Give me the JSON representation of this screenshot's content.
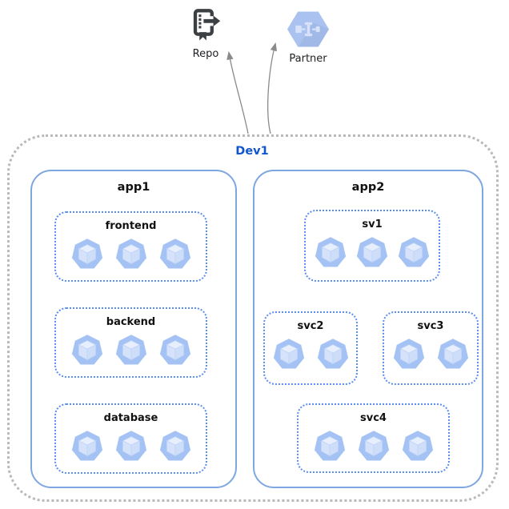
{
  "diagram": {
    "type": "architecture-diagram",
    "colors": {
      "cluster_border": "#b9b9b9",
      "app_border": "#7ea6e0",
      "service_border": "#5b8def",
      "cluster_label": "#1155cc",
      "internal_arrow": "#5f6368",
      "external_arrow": "#8a8a8a",
      "pod_heptagon": "#a4c2f4",
      "pod_cube_light": "#e4edfc",
      "repo_icon": "#3c4043",
      "partner_hexagon": "#a9c2f0"
    },
    "external_nodes": {
      "repo": {
        "label": "Repo",
        "icon": "source-repository-icon"
      },
      "partner": {
        "label": "Partner",
        "icon": "partner-hexagon-icon"
      }
    },
    "cluster": {
      "label": "Dev1",
      "apps": [
        {
          "label": "app1",
          "services": [
            {
              "label": "frontend",
              "pod_count": 3
            },
            {
              "label": "backend",
              "pod_count": 3
            },
            {
              "label": "database",
              "pod_count": 3
            }
          ]
        },
        {
          "label": "app2",
          "services": [
            {
              "label": "sv1",
              "pod_count": 3
            },
            {
              "label": "svc2",
              "pod_count": 2
            },
            {
              "label": "svc3",
              "pod_count": 2
            },
            {
              "label": "svc4",
              "pod_count": 3
            }
          ]
        }
      ]
    },
    "edges": [
      {
        "from": "frontend",
        "to": "backend"
      },
      {
        "from": "backend",
        "to": "database"
      },
      {
        "from": "sv1",
        "to": "svc2"
      },
      {
        "from": "sv1",
        "to": "svc3"
      },
      {
        "from": "svc2",
        "to": "svc4"
      },
      {
        "from": "Dev1",
        "to": "Repo"
      },
      {
        "from": "Dev1",
        "to": "Partner"
      }
    ]
  }
}
